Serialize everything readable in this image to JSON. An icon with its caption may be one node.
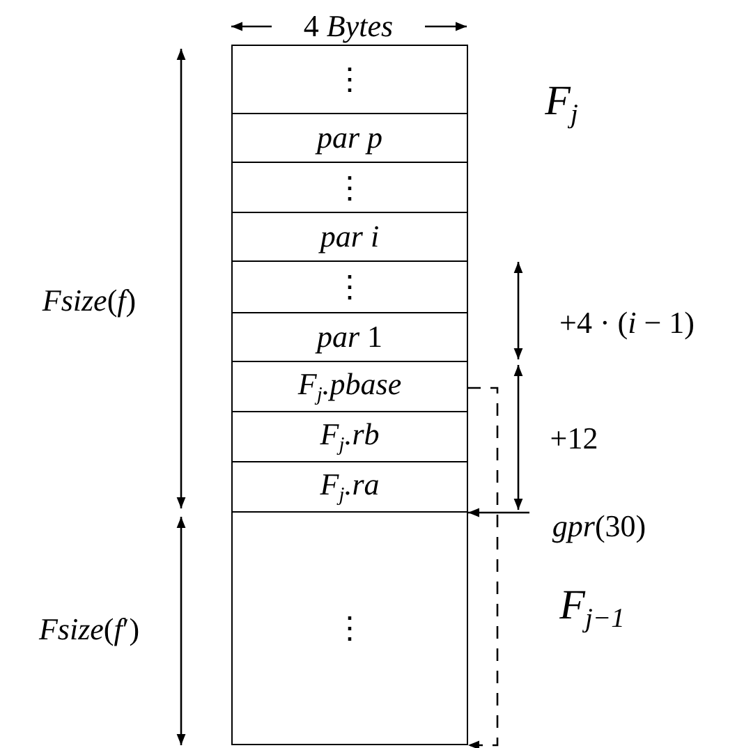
{
  "diagram": {
    "nodes": [
      {
        "text": [
          "⋮"
        ]
      },
      {
        "text": [
          "par p"
        ]
      },
      {
        "text": [
          "⋮"
        ]
      },
      {
        "text": [
          "par i"
        ]
      },
      {
        "text": [
          "⋮"
        ]
      },
      {
        "text": [
          "*par* 1"
        ]
      },
      {
        "text": [
          "F$_{j}$.pbase"
        ]
      },
      {
        "text": [
          "F$_{j}$.rb"
        ]
      },
      {
        "text": [
          "F$_{j}$.ra"
        ]
      },
      {
        "text": [
          "⋮"
        ]
      },
      {
        "text": [
          "*gpr*(30)"
        ]
      }
    ],
    "edges": [
      {
        "from": 6,
        "to": 9,
        "arrow": "to",
        "style": "dashed"
      },
      {
        "from": 10,
        "to": 9,
        "arrow": "to"
      }
    ],
    "labels": [
      "4 *Bytes*",
      "F$_{j}$",
      "*Fsize*(*f*)",
      "+4 · (*i* − 1)",
      "+12",
      "*Fsize*(*f*′)",
      "F$_{j−1}$"
    ]
  }
}
